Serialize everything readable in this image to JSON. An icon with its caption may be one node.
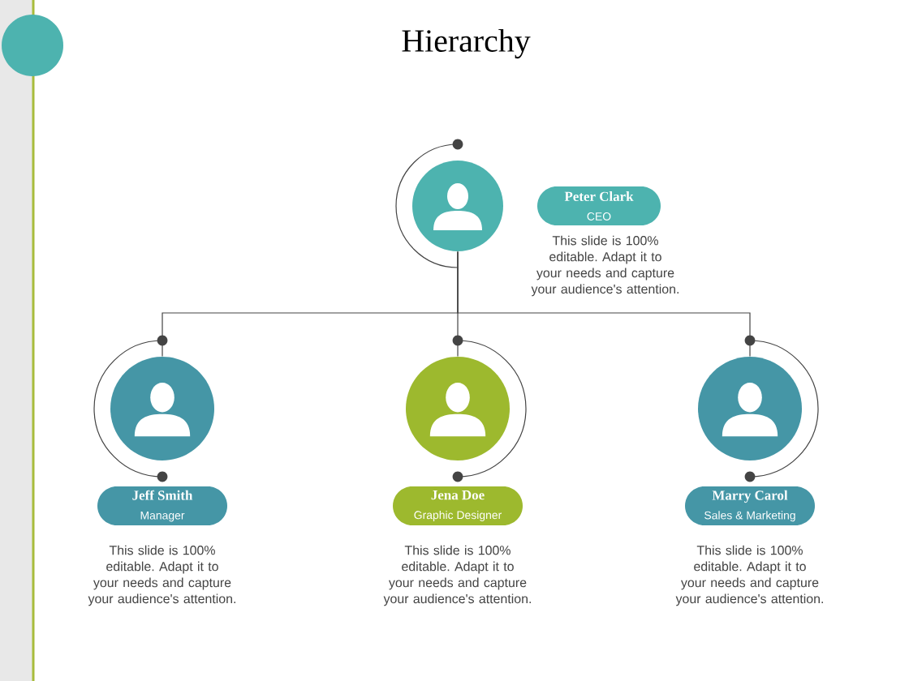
{
  "diagram": {
    "title": "Hierarchy",
    "nodes": [
      {
        "text": [],
        "shape": "person"
      },
      {
        "text": [
          "Peter Clark",
          "CEO"
        ],
        "beside": [
          "This slide is 100% editable. Adapt it to your needs and capture your audience's attention."
        ]
      },
      {
        "text": [],
        "shape": "person"
      },
      {
        "text": [
          "Jeff Smith",
          "Manager"
        ],
        "beside": [
          "This slide is 100% editable. Adapt it to your needs and capture your audience's attention."
        ]
      },
      {
        "text": [],
        "shape": "person"
      },
      {
        "text": [
          "Jena Doe",
          "Graphic Designer"
        ],
        "beside": [
          "This slide is 100% editable. Adapt it to your needs and capture your audience's attention."
        ]
      },
      {
        "text": [],
        "shape": "person"
      },
      {
        "text": [
          "Marry Carol",
          "Sales & Marketing"
        ],
        "beside": [
          "This slide is 100% editable. Adapt it to your needs and capture your audience's attention."
        ]
      }
    ],
    "edges": [
      {
        "from": 0,
        "to": 2,
        "arrow": "none"
      },
      {
        "from": 0,
        "to": 4,
        "arrow": "none"
      },
      {
        "from": 0,
        "to": 6,
        "arrow": "none"
      }
    ]
  }
}
